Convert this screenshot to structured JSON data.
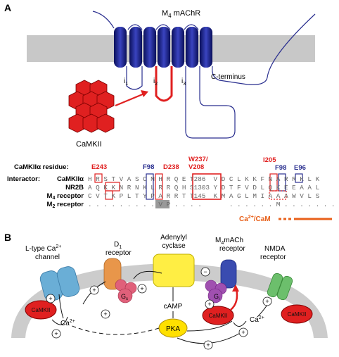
{
  "panel_a": {
    "letter": "A",
    "receptor_title": "M",
    "receptor_sub": "4",
    "receptor_title2": " mAChR",
    "loop_i1": "i",
    "loop_i1_sub": "1",
    "loop_i2": "i",
    "loop_i2_sub": "2",
    "loop_i3": "i",
    "loop_i3_sub": "3",
    "c_terminus": "C-terminus",
    "camkii_label": "CaMKII",
    "residue_row_label": "CaMKIIα residue:",
    "residues": [
      "E243",
      "F98",
      "D238",
      "W237/",
      "V208",
      "I205",
      "F98",
      "E96"
    ],
    "interactor_label": "Interactor:",
    "rows": [
      {
        "name": "CaMKIIα",
        "seq": "H R S T V A S C M H R Q E T286  V D C L K K F N A R R K L K"
      },
      {
        "name": "NR2B",
        "seq": "A Q K K N R N K L R R Q H S1303 Y D T F V D L Q K E E A A L"
      },
      {
        "name": "M4 receptor",
        "seq": "C V T K P L T Y P A R R T T145  K M A G L M I A A A W V L S"
      },
      {
        "name": "M2 receptor",
        "seq": ". . . . . . . . . V P . . . .       . . . . . . M . . . . . . ."
      }
    ],
    "row_names_display": [
      "CaMKIIα",
      "NR2B",
      "M",
      "M"
    ],
    "m4_sub": "4",
    "m2_sub": "2",
    "receptor_word": " receptor",
    "ca_cam": "Ca",
    "ca_cam_sup": "2+",
    "ca_cam_tail": "/CaM"
  },
  "panel_b": {
    "letter": "B",
    "ltype_line1": "L-type Ca",
    "ltype_sup": "2+",
    "ltype_line2": "channel",
    "d1_line1": "D",
    "d1_sub": "1",
    "d1_line2": "receptor",
    "adenylyl_line1": "Adenylyl",
    "adenylyl_line2": "cyclase",
    "m4_line1": "M",
    "m4_sub": "4",
    "m4_line1b": "mACh",
    "m4_line2": "receptor",
    "nmda_line1": "NMDA",
    "nmda_line2": "receptor",
    "gs": "G",
    "gs_sub": "s",
    "gi": "G",
    "gi_sub": "i",
    "camp": "cAMP",
    "pka": "PKA",
    "camkii": "CaMKII",
    "ca": "Ca",
    "ca_sup": "2+",
    "plus": "+",
    "minus": "−"
  },
  "colors": {
    "receptor_blue": "#2a2f8f",
    "camkii_red": "#e02020",
    "accent_orange": "#e8601a",
    "membrane_gray": "#c8c8c8",
    "ltype_blue": "#6aaed6",
    "d1_orange": "#e8964a",
    "gs_pink": "#e0607a",
    "ac_yellow": "#ffee44",
    "m4_blue": "#3a4cb0",
    "gi_purple": "#a050b0",
    "nmda_green": "#6cbf6c",
    "pka_yellow": "#ffe000"
  }
}
